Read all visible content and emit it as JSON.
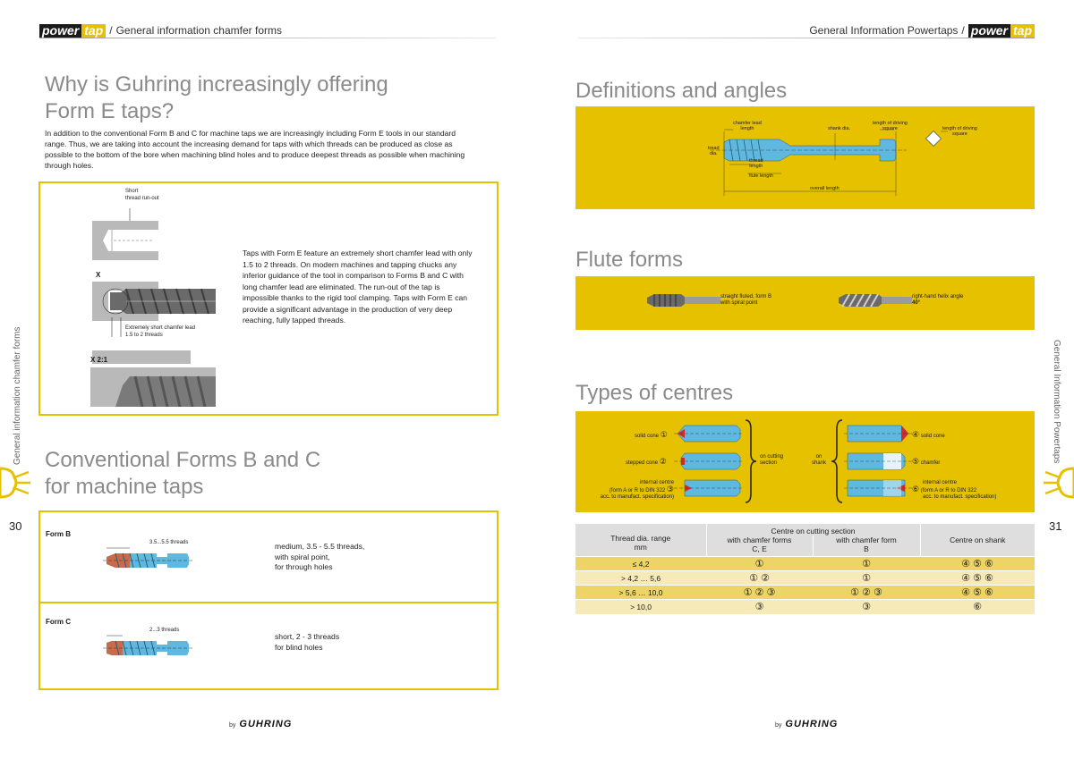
{
  "header": {
    "left_logo_a": "power",
    "left_logo_b": "tap",
    "left_title": "General information chamfer forms",
    "right_title": "General Information Powertaps",
    "right_logo_a": "power",
    "right_logo_b": "tap"
  },
  "side": {
    "left_label": "General information chamfer forms",
    "right_label": "General Information Powertaps",
    "left_page": "30",
    "right_page": "31"
  },
  "left": {
    "heading1_line1": "Why is Guhring increasingly offering",
    "heading1_line2": "Form E taps?",
    "intro": "In addition to the conventional Form B and C for machine taps we are increasingly including Form E tools in our standard range. Thus, we are taking into account the increasing demand for taps with which threads can be produced as close as possible to the bottom of the bore when machining blind holes and to produce deepest threads as possible when machining through holes.",
    "box1": {
      "label_short_line1": "Short",
      "label_short_line2": "thread run-out",
      "label_x": "X",
      "label_extreme_line1": "Extremely short chamfer lead",
      "label_extreme_line2": "1.5 to 2 threads",
      "label_x21": "X 2:1",
      "description": "Taps with Form E feature an extremely short chamfer lead with only 1.5 to 2 threads. On modern machines and tapping chucks any inferior guidance of the tool in comparison to Forms B and C with long chamfer lead are eliminated. The run-out of the tap is impossible thanks to the rigid tool clamping. Taps with Form E can provide a significant advantage in the production of very deep reaching, fully tapped threads."
    },
    "heading2_line1": "Conventional Forms B and C",
    "heading2_line2": "for machine taps",
    "formB": {
      "title": "Form B",
      "dim": "3.5...5.5 threads",
      "desc_line1": "medium, 3.5 - 5.5 threads,",
      "desc_line2": "with spiral point,",
      "desc_line3": "for through holes"
    },
    "formC": {
      "title": "Form C",
      "dim": "2...3 threads",
      "desc_line1": "short, 2 - 3 threads",
      "desc_line2": "for blind holes"
    },
    "footer_by": "by",
    "footer_brand": "GUHRING"
  },
  "right": {
    "heading_defs": "Definitions and angles",
    "defs": {
      "chamfer_lead_line1": "chamfer lead",
      "chamfer_lead_line2": "length",
      "shank_dia": "shank dia.",
      "driving_sq_line1": "length of driving",
      "driving_sq_line2": "square",
      "driving_sq2_line1": "length of driving",
      "driving_sq2_line2": "square",
      "tread_dia_line1": "tread",
      "tread_dia_line2": "dia.",
      "thread_len_line1": "thread",
      "thread_len_line2": "length",
      "flute_len": "flute length",
      "overall_len": "overall length"
    },
    "heading_flute": "Flute forms",
    "flute": {
      "straight_line1": "straight fluted, form B",
      "straight_line2": "with spiral point",
      "helix_line1": "right-hand helix angle",
      "helix_line2": "40°"
    },
    "heading_centres": "Types of centres",
    "centres": {
      "solid_cone_l": "solid cone",
      "stepped_cone_l": "stepped cone",
      "internal_l_line1": "internal centre",
      "internal_l_line2": "(form A or R to DIN 322",
      "internal_l_line3": "acc. to manufact. specification)",
      "n1": "①",
      "n2": "②",
      "n3": "③",
      "n4": "④",
      "n5": "⑤",
      "n6": "⑥",
      "on_cutting_line1": "on cutting",
      "on_cutting_line2": "section",
      "on_shank_line1": "on",
      "on_shank_line2": "shank",
      "solid_cone_r": "solid cone",
      "chamfer_r": "chamfer",
      "internal_r_line1": "internal centre",
      "internal_r_line2": "(form A or R to DIN 322",
      "internal_r_line3": "acc. to manufact. specification)"
    },
    "table": {
      "h_group": "Centre on cutting section",
      "h_range_line1": "Thread dia. range",
      "h_range_line2": "mm",
      "h_ce_line1": "with chamfer forms",
      "h_ce_line2": "C, E",
      "h_b_line1": "with chamfer form",
      "h_b_line2": "B",
      "h_shank": "Centre on shank",
      "rows": [
        {
          "range": "≤ 4,2",
          "ce": "①",
          "b": "①",
          "shank": "④ ⑤ ⑥"
        },
        {
          "range": "> 4,2 … 5,6",
          "ce": "① ②",
          "b": "①",
          "shank": "④ ⑤ ⑥"
        },
        {
          "range": "> 5,6 … 10,0",
          "ce": "① ② ③",
          "b": "① ② ③",
          "shank": "④ ⑤ ⑥"
        },
        {
          "range": "> 10,0",
          "ce": "③",
          "b": "③",
          "shank": "⑥"
        }
      ]
    },
    "footer_by": "by",
    "footer_brand": "GUHRING"
  },
  "colors": {
    "accent_yellow": "#e5c100",
    "heading_gray": "#8a8a8a",
    "tool_blue": "#5fb8e0",
    "tool_copper": "#c96a4a"
  }
}
